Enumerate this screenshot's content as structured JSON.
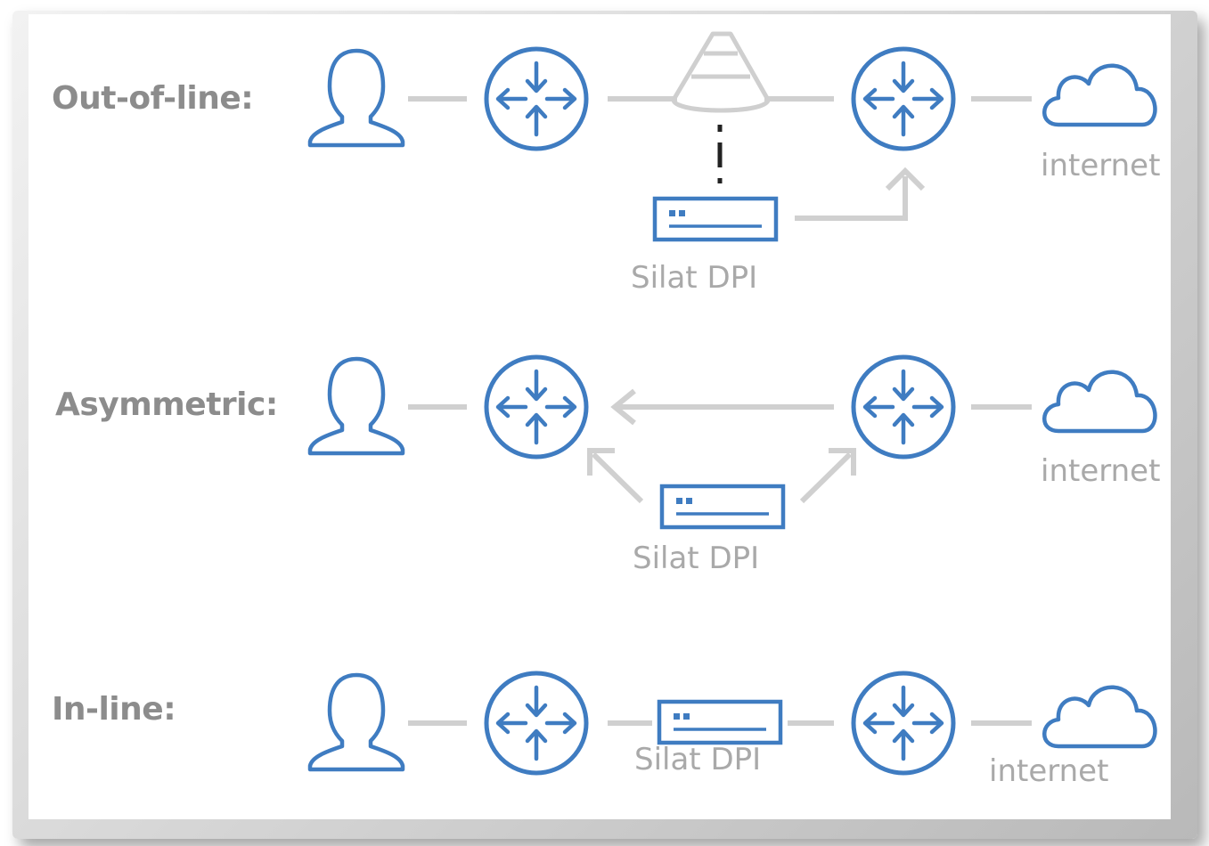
{
  "colors": {
    "icon_blue": "#3f7cc1",
    "line_gray": "#d0d0d0",
    "label_gray": "#8c8c8c",
    "caption_gray": "#a9a9a9"
  },
  "icons": [
    "user-icon",
    "router-icon",
    "splitter-icon",
    "dpi-device-icon",
    "cloud-icon"
  ],
  "rows": [
    {
      "label": "Out-of-line:",
      "dpi_label": "Silat DPI",
      "cloud_label": "internet"
    },
    {
      "label": "Asymmetric:",
      "dpi_label": "Silat DPI",
      "cloud_label": "internet"
    },
    {
      "label": "In-line:",
      "dpi_label": "Silat DPI",
      "cloud_label": "internet"
    }
  ]
}
